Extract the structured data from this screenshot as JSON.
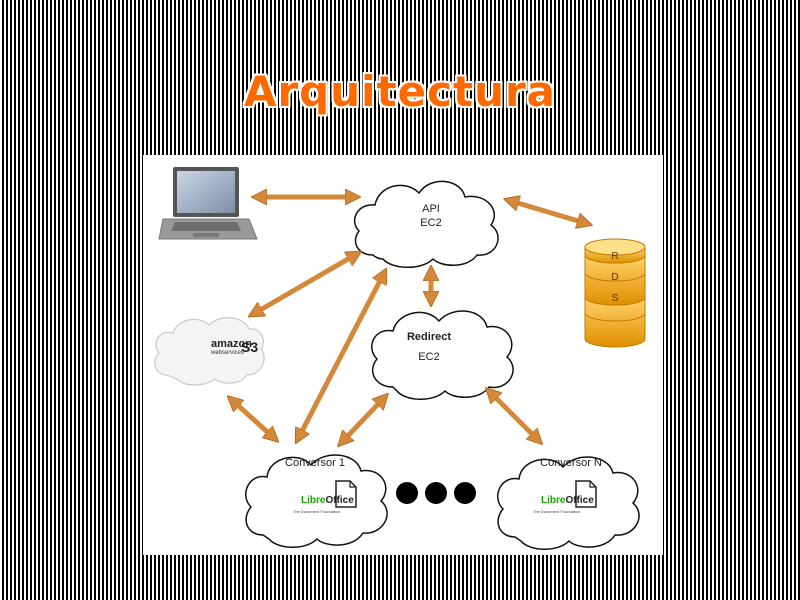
{
  "slide": {
    "title": "Arquitectura"
  },
  "nodes": {
    "api": {
      "line1": "API",
      "line2": "EC2"
    },
    "redirect": {
      "line1": "Redirect",
      "line2": "EC2"
    },
    "conversor1": {
      "label": "Conversor 1"
    },
    "conversorN": {
      "label": "Conversor N"
    },
    "s3": {
      "brand": "amazon",
      "sub": "webservices",
      "service": "S3"
    },
    "rds": {
      "letters": [
        "R",
        "D",
        "S"
      ]
    },
    "libreoffice": {
      "libre": "Libre",
      "office": "Office",
      "tagline": "The Document Foundation"
    }
  },
  "colors": {
    "arrow": "#d4893a",
    "arrow_dark": "#b86b1f",
    "title": "#ff6a00",
    "rds_gold": "#f2a60d"
  },
  "icons": [
    "laptop-icon",
    "cloud-icon",
    "database-icon",
    "libreoffice-logo",
    "amazon-s3-logo",
    "ellipsis-dots"
  ]
}
